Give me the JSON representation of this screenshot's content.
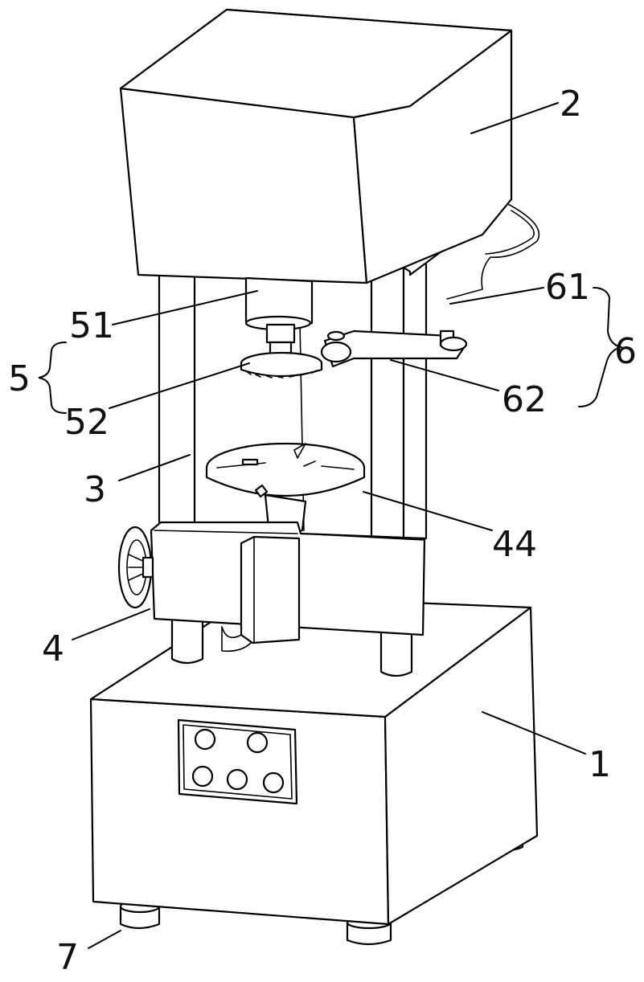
{
  "labels": {
    "base": "1",
    "head": "2",
    "column": "3",
    "carriage": "4",
    "group_5": "5",
    "spindle": "51",
    "saw_blade": "52",
    "group_6": "6",
    "hose": "61",
    "arm": "62",
    "turntable": "44",
    "foot": "7"
  }
}
